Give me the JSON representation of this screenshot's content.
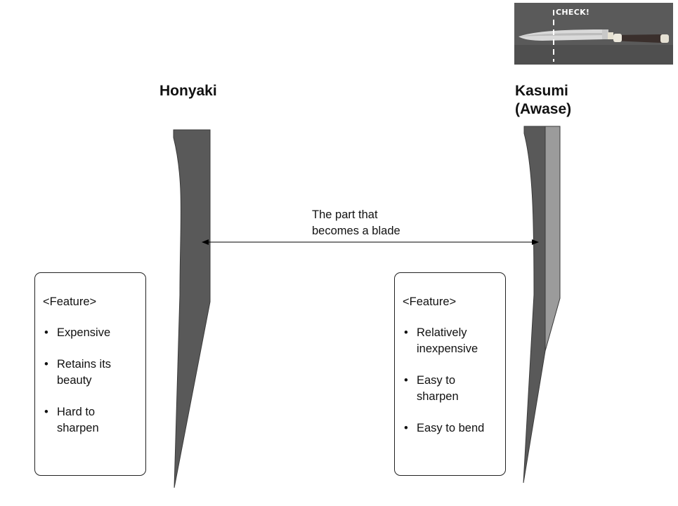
{
  "titles": {
    "honyaki": "Honyaki",
    "kasumi_line1": "Kasumi",
    "kasumi_line2": "(Awase)"
  },
  "arrow_caption": {
    "line1": "The part that",
    "line2": "becomes a blade"
  },
  "honyaki_features": {
    "heading": "<Feature>",
    "items": [
      [
        "Expensive"
      ],
      [
        "Retains its",
        "beauty"
      ],
      [
        "Hard to",
        "sharpen"
      ]
    ]
  },
  "kasumi_features": {
    "heading": "<Feature>",
    "items": [
      [
        "Relatively",
        "inexpensive"
      ],
      [
        "Easy to",
        "sharpen"
      ],
      [
        "Easy to bend"
      ]
    ]
  },
  "photo": {
    "check_label": "CHECK!"
  },
  "colors": {
    "blade_dark": "#595959",
    "blade_light": "#9b9b9b",
    "blade_outline": "#3a3a3a",
    "photo_background": "#5c5c5c"
  }
}
